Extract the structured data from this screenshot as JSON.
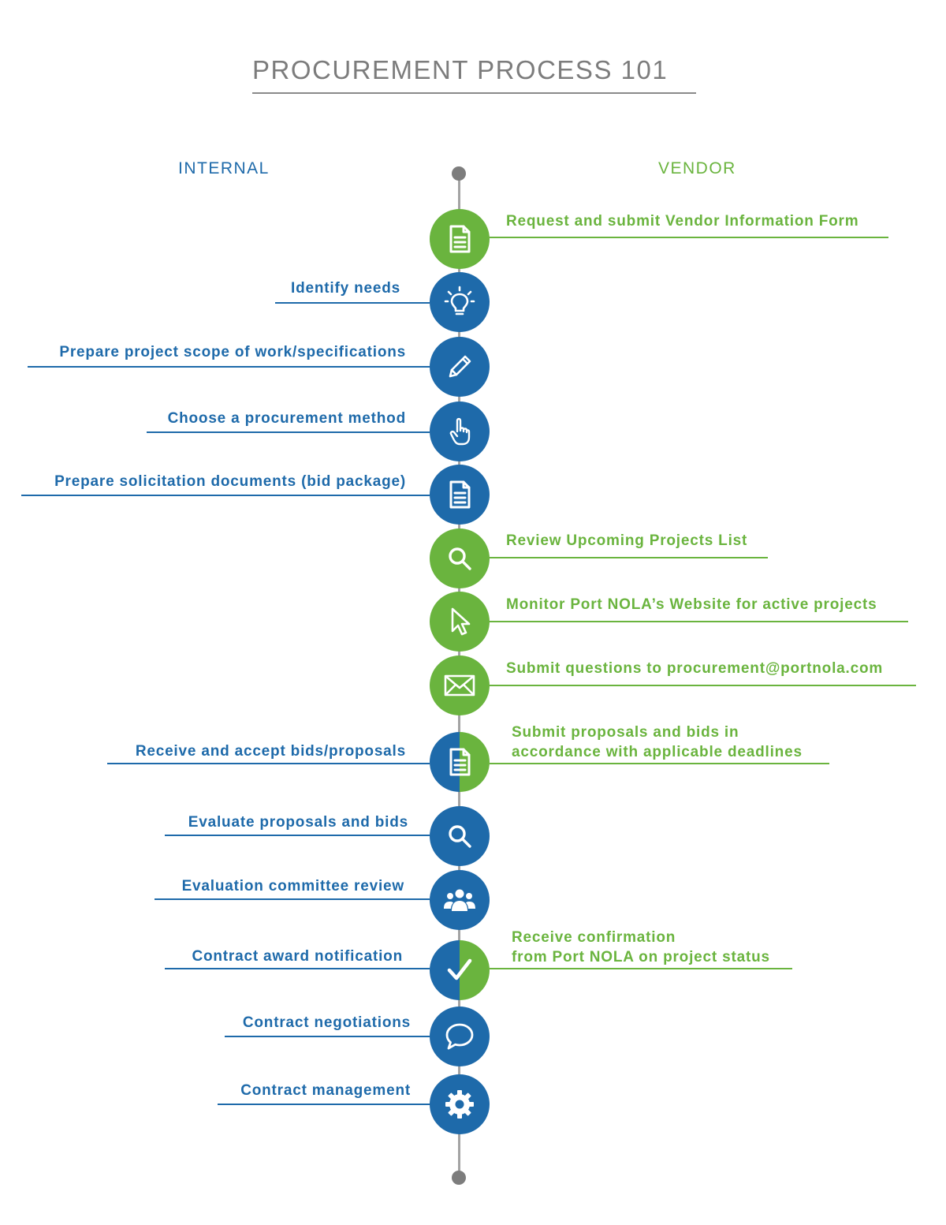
{
  "title": "PROCUREMENT PROCESS 101",
  "columns": {
    "internal": "INTERNAL",
    "vendor": "VENDOR"
  },
  "steps": [
    {
      "side": "vendor",
      "node": "green",
      "icon": "document-icon",
      "text": "Request and submit Vendor Information Form"
    },
    {
      "side": "internal",
      "node": "blue",
      "icon": "lightbulb-icon",
      "text": "Identify needs"
    },
    {
      "side": "internal",
      "node": "blue",
      "icon": "pencil-icon",
      "text": "Prepare project scope of work/specifications"
    },
    {
      "side": "internal",
      "node": "blue",
      "icon": "pointing-hand-icon",
      "text": "Choose a procurement method"
    },
    {
      "side": "internal",
      "node": "blue",
      "icon": "document-icon",
      "text": "Prepare solicitation documents (bid package)"
    },
    {
      "side": "vendor",
      "node": "green",
      "icon": "magnifier-icon",
      "text": "Review Upcoming Projects List"
    },
    {
      "side": "vendor",
      "node": "green",
      "icon": "cursor-icon",
      "text": "Monitor Port NOLA’s Website for active projects"
    },
    {
      "side": "vendor",
      "node": "green",
      "icon": "envelope-icon",
      "text": "Submit questions to procurement@portnola.com"
    },
    {
      "side": "both",
      "node": "split",
      "icon": "document-icon",
      "internal_text": "Receive and accept bids/proposals",
      "vendor_lines": [
        "Submit proposals and bids in",
        "accordance with applicable deadlines"
      ]
    },
    {
      "side": "internal",
      "node": "blue",
      "icon": "magnifier-icon",
      "text": "Evaluate proposals and bids"
    },
    {
      "side": "internal",
      "node": "blue",
      "icon": "group-icon",
      "text": "Evaluation committee review"
    },
    {
      "side": "both",
      "node": "split",
      "icon": "checkmark-icon",
      "internal_text": "Contract award notification",
      "vendor_lines": [
        "Receive confirmation",
        "from Port NOLA on project status"
      ]
    },
    {
      "side": "internal",
      "node": "blue",
      "icon": "speech-bubble-icon",
      "text": "Contract negotiations"
    },
    {
      "side": "internal",
      "node": "blue",
      "icon": "gear-icon",
      "text": "Contract management"
    }
  ],
  "colors": {
    "internal": "#1e6aaa",
    "vendor": "#6ab43e",
    "axis": "#a3a3a3",
    "title": "#7c7c7c"
  }
}
